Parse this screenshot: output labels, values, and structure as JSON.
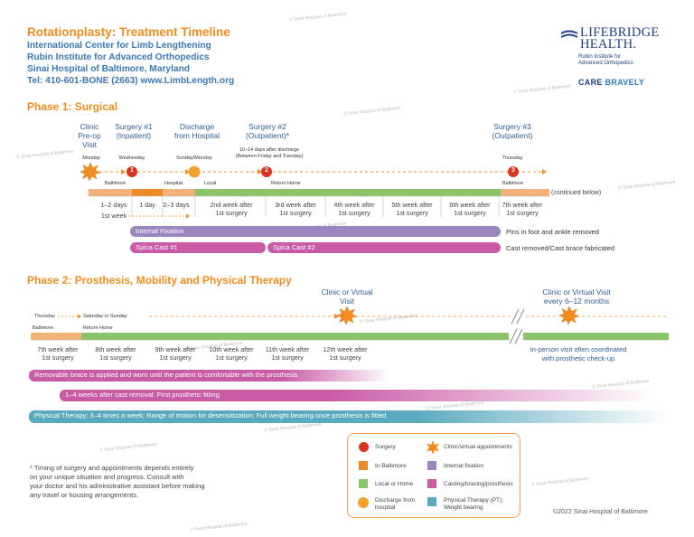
{
  "header": {
    "title": "Rotationplasty: Treatment Timeline",
    "lines": [
      "International Center for Limb Lengthening",
      "Rubin Institute for Advanced Orthopedics",
      "Sinai Hospital of Baltimore, Maryland",
      "Tel: 410-601-BONE (2663) www.LimbLength.org"
    ]
  },
  "logo": {
    "name_line1": "LIFEBRIDGE",
    "name_line2": "HEALTH.",
    "sub_line1": "Rubin Institute for",
    "sub_line2": "Advanced Orthopedics",
    "tag_care": "CARE",
    "tag_bravely": "BRAVELY"
  },
  "phase1": {
    "title": "Phase 1: Surgical",
    "events": {
      "clinic": "Clinic\nPre-op\nVisit",
      "surgery1": "Surgery #1\n(Inpatient)",
      "discharge": "Discharge\nfrom Hospital",
      "surgery2": "Surgery #2\n(Outpatient)*",
      "surgery3": "Surgery #3\n(Outpatient)"
    },
    "days": {
      "monday": "Monday",
      "wednesday": "Wednesday",
      "sunday_monday": "Sunday/Monday",
      "thursday": "Thursday"
    },
    "surgery2_note": "10–14 days after discharge\n(Between Friday and Tuesday)",
    "location_labels": {
      "baltimore1": "Baltimore",
      "hospital": "Hospital",
      "local": "Local",
      "return_home": "Return Home",
      "baltimore2": "Baltimore"
    },
    "continued": "(continued below)",
    "durations": {
      "d1": "1–2 days",
      "d2": "1 day",
      "d3": "2–3 days",
      "first_week": "1st week"
    },
    "weeks": [
      "2nd week after\n1st surgery",
      "3rd week after\n1st surgery",
      "4th week after\n1st surgery",
      "5th week after\n1st surgery",
      "6th week after\n1st surgery",
      "7th week after\n1st surgery"
    ],
    "bars": {
      "internal_fixation": "Internal Fixation",
      "spica1": "Spica Cast #1",
      "spica2": "Spica Cast #2"
    },
    "bar_notes": {
      "pins": "Pins in foot and ankle removed",
      "cast": "Cast removed/Cast brace fabricated"
    },
    "surgery_numbers": [
      "1",
      "2",
      "3"
    ]
  },
  "phase2": {
    "title": "Phase 2: Prosthesis, Mobility and Physical Therapy",
    "clinic_visit": "Clinic or Virtual\nVisit",
    "clinic_visit_recurring": "Clinic or Virtual Visit\nevery 6–12 months",
    "thursday": "Thursday",
    "sat_sun": "Saturday or Sunday",
    "baltimore": "Baltimore",
    "return_home": "Return Home",
    "weeks": [
      "7th week after\n1st surgery",
      "8th week after\n1st surgery",
      "9th week after\n1st surgery",
      "10th week after\n1st surgery",
      "11th week after\n1st surgery",
      "12th week after\n1st surgery"
    ],
    "inperson_note": "In-person visit often coordinated\nwith prosthetic check-up",
    "bars": {
      "brace": "Removable brace is applied and worn until the patient is comfortable with the prosthesis",
      "fitting": "1–4 weeks after cast removal: First prosthetic fitting",
      "pt": "Physical Therapy: 3–4 times a week; Range of motion for desensitization; Full weight bearing once prosthesis is fitted"
    }
  },
  "legend": {
    "surgery": "Surgery",
    "clinic": "Clinic/virtual appointments",
    "baltimore": "In Baltimore",
    "fixation": "Internal fixation",
    "local": "Local or Home",
    "casting": "Casting/bracing/prosthesis",
    "discharge": "Discharge from\nhospital",
    "pt": "Physical Therapy (PT);\nWeight bearing"
  },
  "footnote": "* Timing of surgery and appointments depends entirely\n  on your unique situation and progress. Consult with\n  your doctor and his administrative assistant before making\n  any travel or housing arrangements.",
  "copyright": "©2022 Sinai Hospital of Baltimore",
  "watermark": "© Sinai Hospital of Baltimore",
  "colors": {
    "orange": "#f28c1e",
    "blue": "#3a78b8",
    "baltimore": "#f3b27a",
    "local": "#8cc46a",
    "fixation": "#9b86c0",
    "casting": "#c95ba6",
    "pt": "#5aa9bf",
    "surgery": "#d8341f"
  }
}
